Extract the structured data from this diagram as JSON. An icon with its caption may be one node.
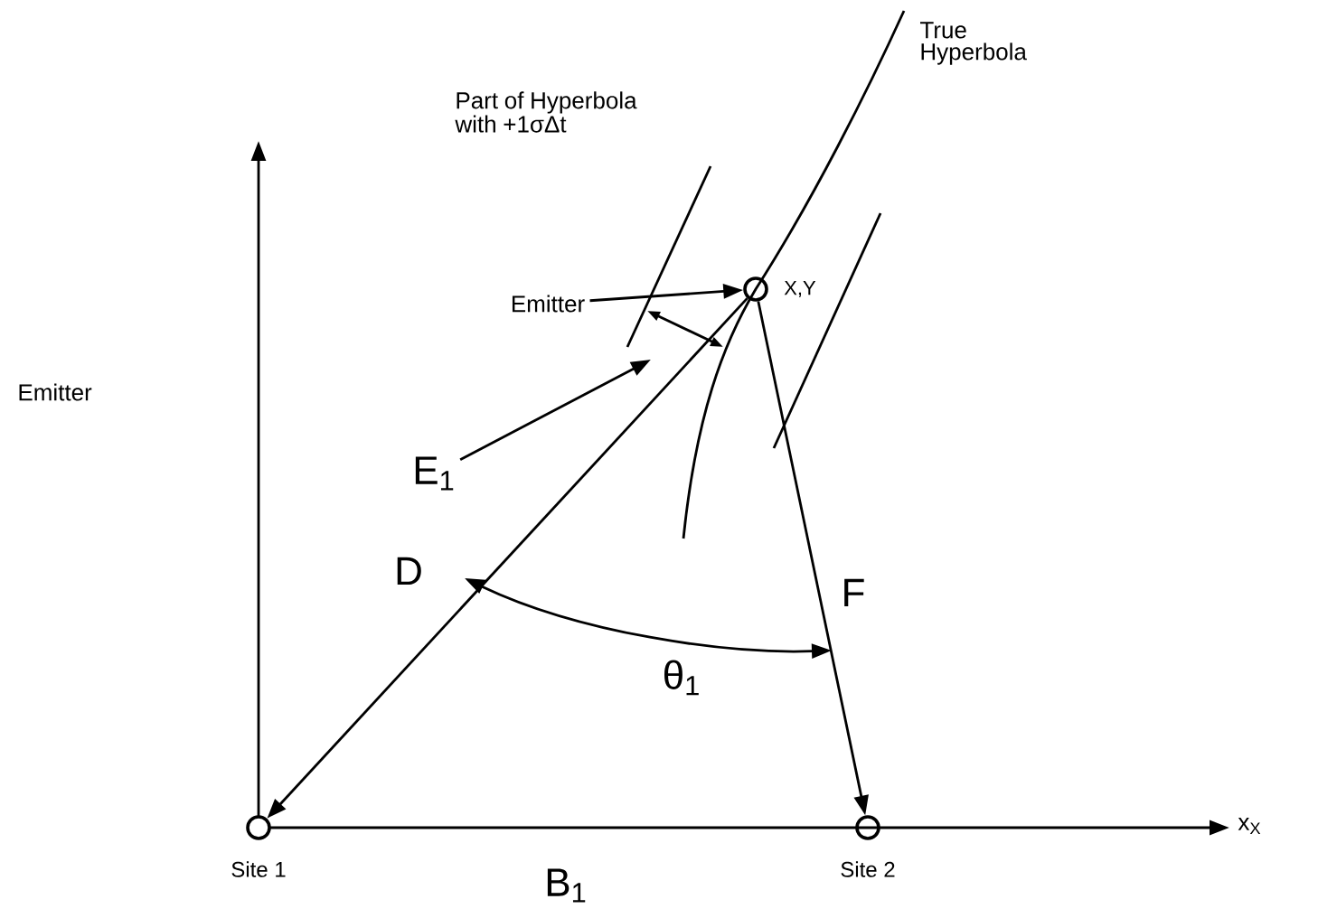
{
  "diagram": {
    "nodes": [
      {
        "text": [],
        "shape": "circle",
        "beside": [
          "X,Y"
        ]
      },
      {
        "text": [],
        "shape": "circle",
        "beside": [
          "Site 1"
        ]
      },
      {
        "text": [],
        "shape": "circle",
        "beside": [
          "Site 2"
        ]
      },
      {
        "text": [
          "Emitter"
        ]
      },
      {
        "text": [
          "E$_{1}$"
        ]
      }
    ],
    "edges": [
      {
        "from": 0,
        "to": 1,
        "arrow": "to"
      },
      {
        "from": 0,
        "to": 2,
        "arrow": "to"
      },
      {
        "from": 3,
        "to": 0,
        "arrow": "to"
      },
      {
        "from": 4,
        "to": null,
        "arrow": "to"
      }
    ],
    "labels": [
      "Part of Hyperbola with +1σΔt",
      "True Hyperbola",
      "Emitter",
      "D",
      "F",
      "θ$_{1}$",
      "B$_{1}$",
      "x$_{X}$"
    ]
  }
}
